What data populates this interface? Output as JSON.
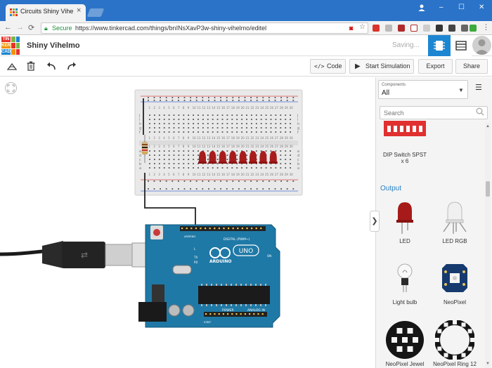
{
  "browser": {
    "tab_title": "Circuits Shiny Vihelmo | T",
    "tab_close": "×",
    "url_secure": "Secure",
    "url": "https://www.tinkercad.com/things/bnINsXavP3w-shiny-vihelmo/editel",
    "win_min": "–",
    "win_max": "☐",
    "win_close": "✕"
  },
  "app": {
    "logo_letters": [
      "TIN",
      "KER",
      "CAD"
    ],
    "design_title": "Shiny Vihelmo",
    "status": "Saving...",
    "colors": {
      "accent": "#1d86d2",
      "logo_red": "#e6332a",
      "logo_green": "#7ab648",
      "logo_blue": "#1d86d2",
      "logo_orange": "#f39200"
    }
  },
  "toolbar": {
    "code_label": "Code",
    "simulate_label": "Start Simulation",
    "export_label": "Export",
    "share_label": "Share"
  },
  "circuit": {
    "breadboard_columns": [
      "1",
      "2",
      "3",
      "4",
      "5",
      "6",
      "7",
      "8",
      "9",
      "10",
      "11",
      "12",
      "13",
      "14",
      "15",
      "16",
      "17",
      "18",
      "19",
      "20",
      "21",
      "22",
      "23",
      "24",
      "25",
      "26",
      "27",
      "28",
      "29",
      "30"
    ],
    "breadboard_rows_top": [
      "j",
      "i",
      "h",
      "g",
      "f"
    ],
    "breadboard_rows_bottom": [
      "e",
      "d",
      "c",
      "b",
      "a"
    ],
    "led_count": 8,
    "arduino": {
      "brand": "ARDUINO",
      "model": "UNO",
      "digital_label": "DIGITAL (PWM~)",
      "power_label": "POWER",
      "analog_label": "ANALOG IN",
      "tx": "TX",
      "rx": "RX",
      "on": "ON",
      "l": "L",
      "ioref": "IOREF",
      "aref": "AREF",
      "gnd": "GND"
    }
  },
  "panel": {
    "components_label": "Components",
    "components_value": "All",
    "search_placeholder": "Search",
    "prev_item_label": "DIP Switch SPST x 6",
    "section_title": "Output",
    "items": [
      {
        "label": "LED"
      },
      {
        "label": "LED RGB"
      },
      {
        "label": "Light bulb"
      },
      {
        "label": "NeoPixel"
      },
      {
        "label": "NeoPixel Jewel"
      },
      {
        "label": "NeoPixel Ring 12"
      }
    ]
  }
}
